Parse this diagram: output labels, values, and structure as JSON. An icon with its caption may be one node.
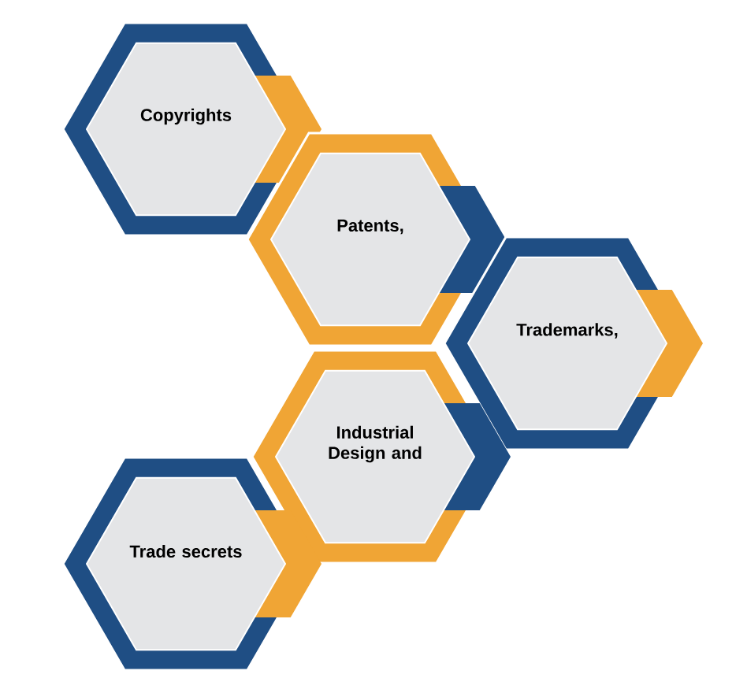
{
  "diagram": {
    "nodes": [
      {
        "text": [
          "Copyrights"
        ]
      },
      {
        "text": [
          "Patents,"
        ]
      },
      {
        "text": [
          "Trademarks,"
        ]
      },
      {
        "text": [
          "Industrial Design and"
        ]
      },
      {
        "text": [
          "Trade secrets"
        ]
      }
    ]
  }
}
